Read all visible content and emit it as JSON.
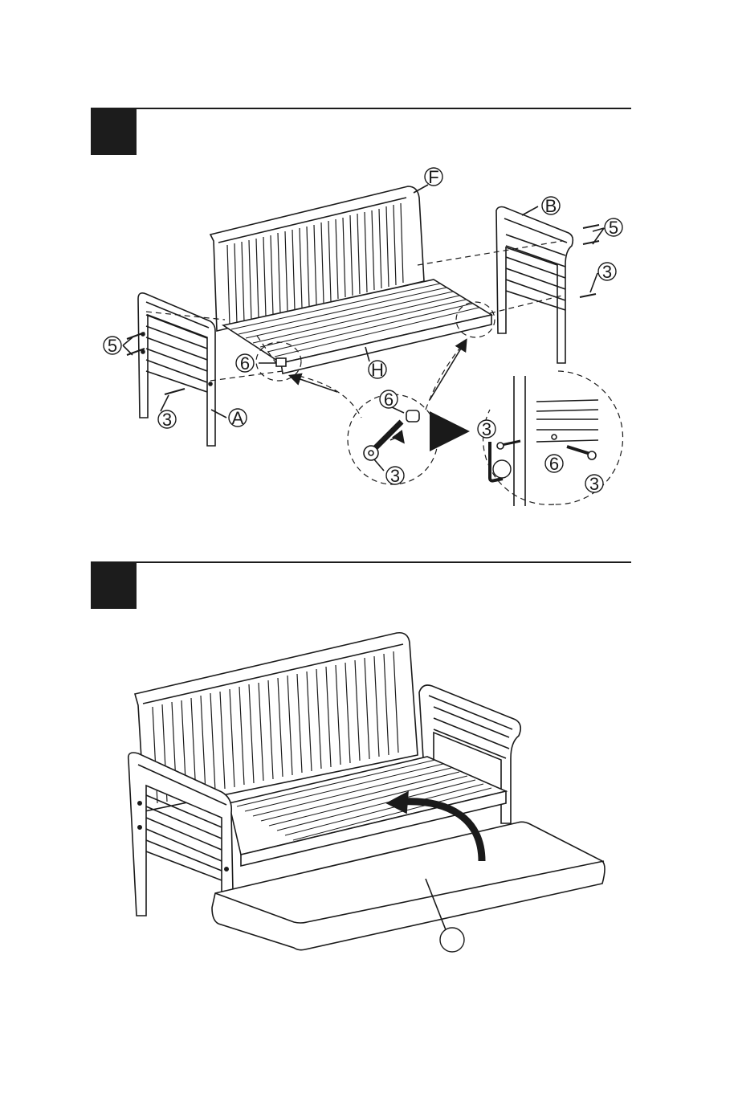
{
  "steps": [
    {
      "number": ""
    },
    {
      "number": ""
    }
  ],
  "step1": {
    "labels": {
      "F": "F",
      "B": "B",
      "A": "A",
      "H": "H",
      "five_left": "5",
      "five_right": "5",
      "three_left": "3",
      "three_right": "3",
      "six_part": "6",
      "detail1_six": "6",
      "detail1_three": "3",
      "detail2_three_top": "3",
      "detail2_six": "6",
      "detail2_three_bottom": "3",
      "detail2_tool": ""
    }
  },
  "step2": {
    "labels": {
      "cushion": ""
    }
  }
}
